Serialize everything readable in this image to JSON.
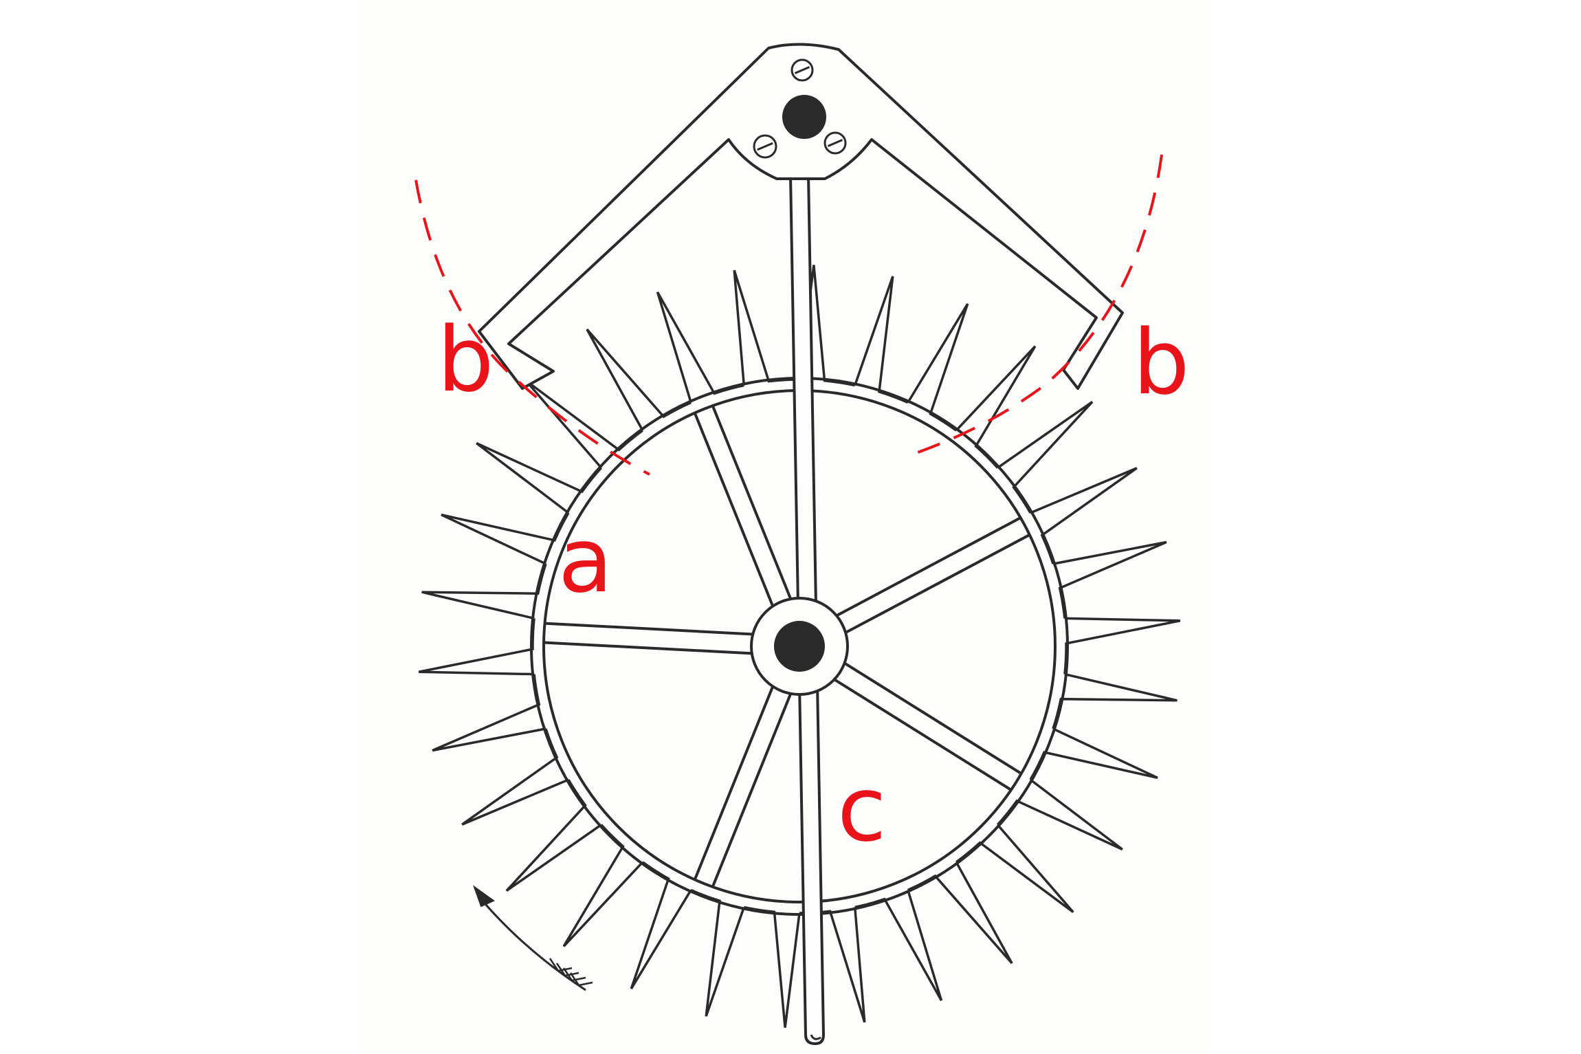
{
  "diagram": {
    "labels": {
      "escape_wheel": "a",
      "pallet_left": "b",
      "pallet_right": "b",
      "pendulum_rod": "c"
    },
    "wheel": {
      "tooth_count": 30,
      "spoke_count": 5
    },
    "colors": {
      "ink": "#2a2a2a",
      "annotation": "#e8141a",
      "paper": "#fdfdfb"
    }
  }
}
